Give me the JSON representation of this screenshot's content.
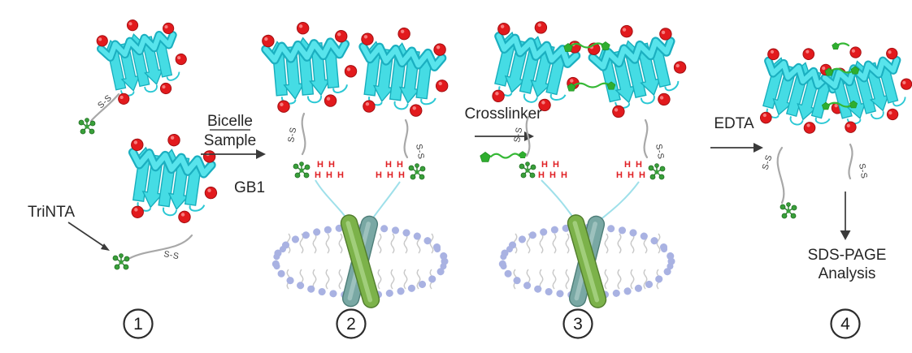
{
  "figure": {
    "steps": [
      {
        "number": "1"
      },
      {
        "number": "2"
      },
      {
        "number": "3"
      },
      {
        "number": "4"
      }
    ],
    "labels": {
      "trinta": "TriNTA",
      "gb1": "GB1",
      "disulfide": "S-S",
      "his_row_a": "H H",
      "his_row_b": "H H H",
      "sds_line1": "SDS-PAGE",
      "sds_line2": "Analysis"
    },
    "arrows": {
      "bicelle_line1": "Bicelle",
      "bicelle_line2": "Sample",
      "crosslinker": "Crosslinker",
      "edta": "EDTA"
    },
    "colors": {
      "protein_ribbon_cyan": "#45DCE4",
      "lysine_sphere_red": "#E21A1D",
      "trinta_green": "#39A03A",
      "crosslinker_green": "#2FAE2F",
      "his_tag_red": "#E02024",
      "linker_gray": "#A8A8A8",
      "lipid_headgroup_lavender": "#A9B2E2",
      "lipid_tail_gray": "#C9C9C9",
      "helix_green": "#7CB24A",
      "helix_teal": "#79A8A4",
      "text": "#262626",
      "background": "#FFFFFF"
    }
  }
}
